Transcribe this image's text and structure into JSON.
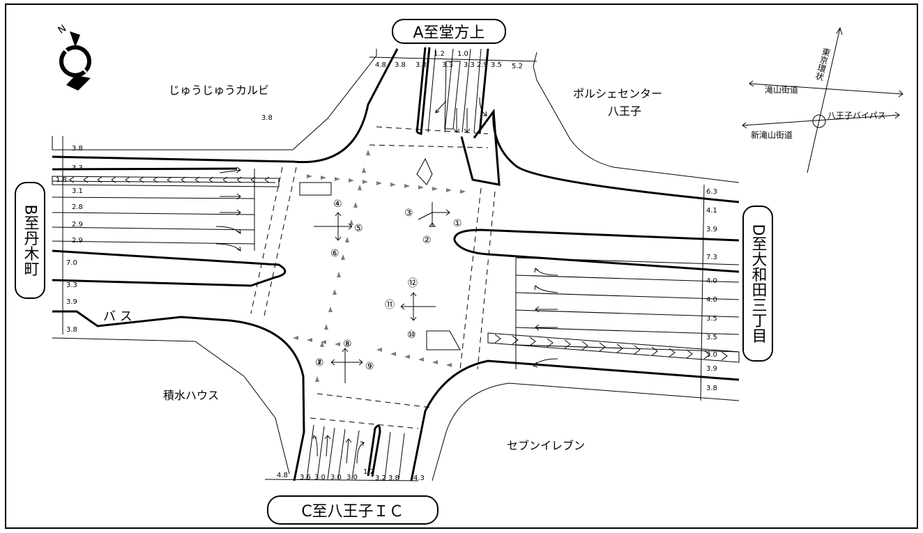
{
  "approaches": {
    "A": "A至堂方上",
    "B": "B至丹木町",
    "C": "C至八王子ＩＣ",
    "D": "D至大和田三丁目"
  },
  "buildings": {
    "nw": "じゅうじゅうカルビ",
    "ne1": "ポルシェセンター",
    "ne2": "八王子",
    "sw": "積水ハウス",
    "se": "セブンイレブン"
  },
  "bus_label": "バ ス",
  "inset_map": {
    "road_ns": "東京環状",
    "road_w1": "滝山街道",
    "road_w2": "新滝山街道",
    "road_e": "八王子バイパス"
  },
  "movements": [
    "①",
    "②",
    "③",
    "④",
    "⑤",
    "⑥",
    "⑦",
    "⑧",
    "⑨",
    "⑩",
    "⑪",
    "⑫"
  ],
  "lane_widths": {
    "north": [
      "4.8",
      "3.8",
      "3.3",
      "1.2",
      "3.3",
      "1.0",
      "3.3",
      "2.9",
      "3.5",
      "5.2"
    ],
    "north_extra": "3.8",
    "west": [
      "3.8",
      "3.3",
      "1.8",
      "3.1",
      "2.8",
      "2.9",
      "2.9",
      "7.0",
      "3.3",
      "3.9",
      "3.8"
    ],
    "east": [
      "6.3",
      "4.1",
      "3.9",
      "7.3",
      "4.0",
      "4.0",
      "3.5",
      "3.5",
      "3.0",
      "3.9",
      "3.8"
    ],
    "south": [
      "4.8",
      "3.6",
      "3.0",
      "3.0",
      "3.0",
      "1.2",
      "3.2",
      "3.8",
      "4.3"
    ]
  },
  "compass_letter": "N"
}
